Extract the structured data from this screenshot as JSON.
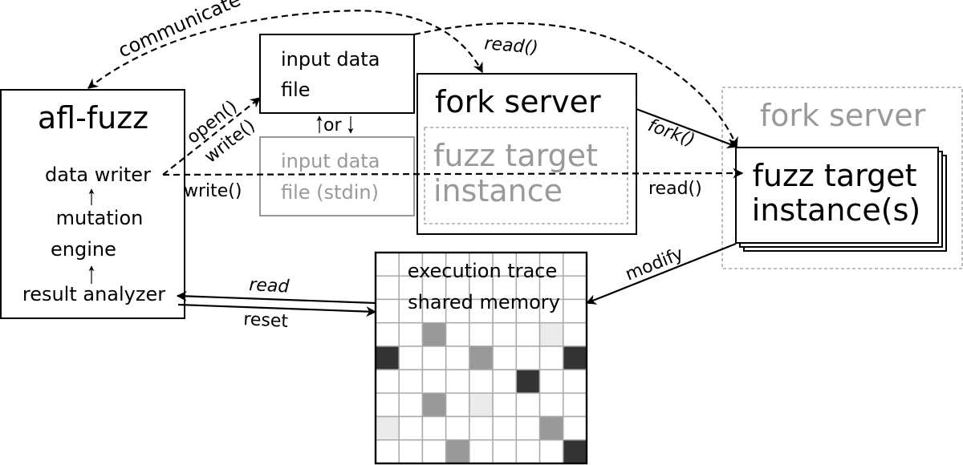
{
  "nodes": {
    "afl_fuzz": {
      "title": "afl-fuzz",
      "components": [
        "data writer",
        "mutation",
        "engine",
        "result analyzer"
      ]
    },
    "input_file": {
      "line1": "input data",
      "line2": "file"
    },
    "or_label": "or",
    "input_stdin": {
      "line1": "input data",
      "line2": "file (stdin)"
    },
    "fork_server": {
      "title": "fork server",
      "inner_line1": "fuzz target",
      "inner_line2": "instance"
    },
    "fork_server_child": {
      "title": "fork server",
      "line1": "fuzz target",
      "line2": "instance(s)"
    },
    "shared_memory": {
      "line1": "execution trace",
      "line2": "shared memory",
      "grid": {
        "rows": 9,
        "cols": 9,
        "colors": {
          "dark": "#333333",
          "mid": "#999999",
          "light": "#ebebeb"
        },
        "shaded": [
          {
            "row": 3,
            "col": 2,
            "shade": "mid"
          },
          {
            "row": 3,
            "col": 7,
            "shade": "light"
          },
          {
            "row": 4,
            "col": 0,
            "shade": "dark"
          },
          {
            "row": 4,
            "col": 4,
            "shade": "mid"
          },
          {
            "row": 4,
            "col": 8,
            "shade": "dark"
          },
          {
            "row": 5,
            "col": 6,
            "shade": "dark"
          },
          {
            "row": 6,
            "col": 2,
            "shade": "mid"
          },
          {
            "row": 6,
            "col": 4,
            "shade": "light"
          },
          {
            "row": 7,
            "col": 0,
            "shade": "light"
          },
          {
            "row": 7,
            "col": 7,
            "shade": "mid"
          },
          {
            "row": 8,
            "col": 3,
            "shade": "mid"
          },
          {
            "row": 8,
            "col": 8,
            "shade": "dark"
          }
        ]
      }
    }
  },
  "edges": {
    "communicate": "communicate",
    "read_top": "read()",
    "open": "open()",
    "write_diag": "write()",
    "write_horiz": "write()",
    "fork": "fork()",
    "read_right": "read()",
    "modify": "modify",
    "read_shm": "read",
    "reset_shm": "reset"
  }
}
